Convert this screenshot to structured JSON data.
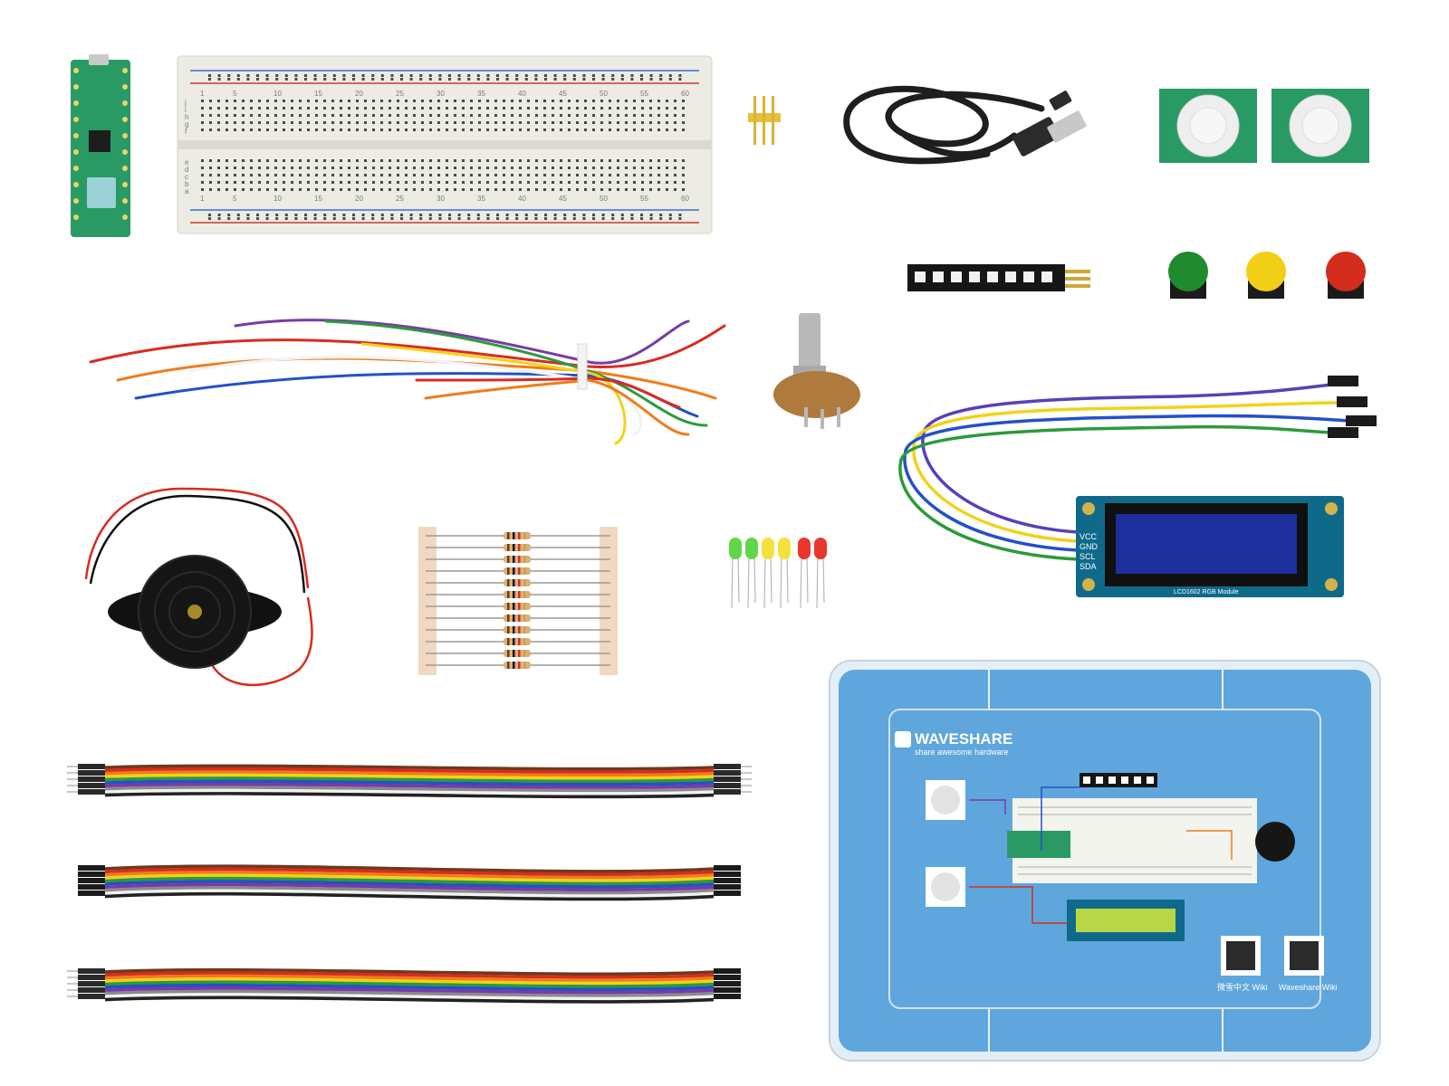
{
  "breadboard": {
    "column_numbers": [
      "1",
      "5",
      "10",
      "15",
      "20",
      "25",
      "30",
      "35",
      "40",
      "45",
      "50",
      "55",
      "60"
    ],
    "row_letters_top": [
      "j",
      "i",
      "h",
      "g",
      "f"
    ],
    "row_letters_bottom": [
      "e",
      "d",
      "c",
      "b",
      "a"
    ]
  },
  "lcd_module": {
    "pins": [
      "VCC",
      "GND",
      "SCL",
      "SDA"
    ],
    "label": "LCD1602 RGB Module"
  },
  "storage_box": {
    "brand": "WAVESHARE",
    "tagline": "share awesome hardware",
    "qr_left_label": "微雪中文 Wiki",
    "qr_right_label": "Waveshare Wiki"
  },
  "colors": {
    "background": "#ffffff",
    "pcb_green": "#2a9a64",
    "breadboard": "#ecebe4",
    "box_blue": "#5fa6dd",
    "lcd_blue": "#1c2f9c",
    "lcd_pcb": "#0f6a8a",
    "button_green": "#1f8a2e",
    "button_yellow": "#f2cf17",
    "button_red": "#d32b1c"
  },
  "ribbon_colors": [
    "#6b3a1e",
    "#d92b20",
    "#ef7c1c",
    "#f2d21a",
    "#2c9a3c",
    "#2450c8",
    "#7a3aa6",
    "#8b8b8b",
    "#f2f2f2",
    "#222222"
  ]
}
